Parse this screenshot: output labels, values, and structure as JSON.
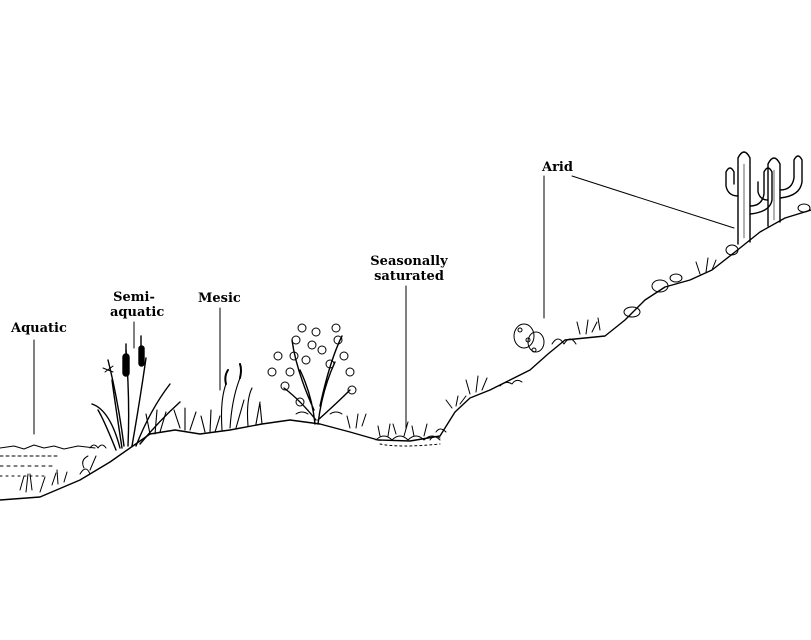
{
  "labels": {
    "aquatic": "Aquatic",
    "semi_aquatic_1": "Semi-",
    "semi_aquatic_2": "aquatic",
    "mesic": "Mesic",
    "seasonally_1": "Seasonally",
    "seasonally_2": "saturated",
    "arid": "Arid"
  }
}
